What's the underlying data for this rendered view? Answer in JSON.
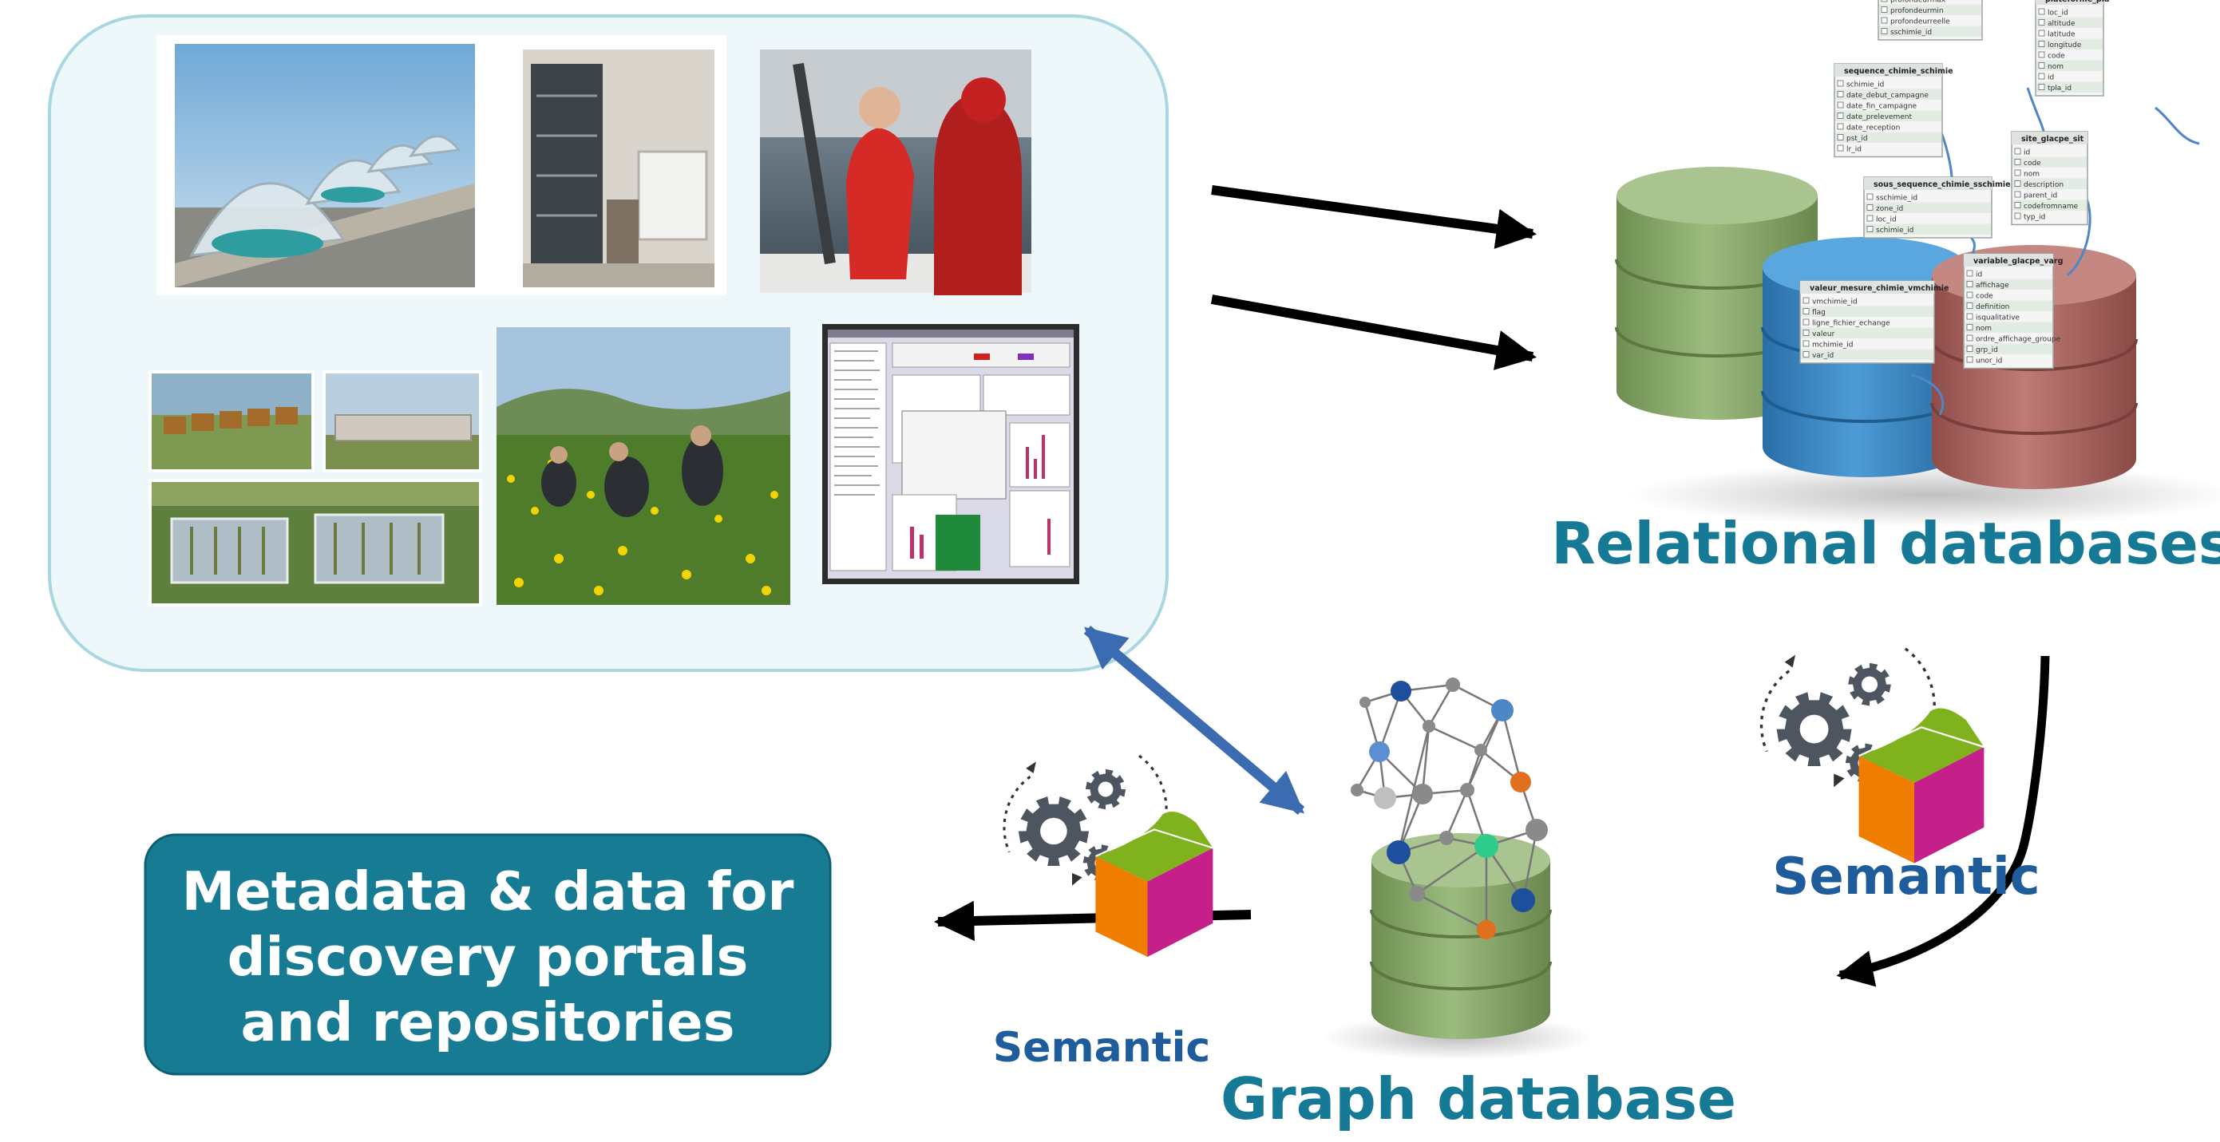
{
  "labels": {
    "relational": "Relational databases",
    "graph": "Graph database",
    "semantic": "Semantic",
    "output_line1": "Metadata & data for",
    "output_line2": "discovery portals",
    "output_line3": "and repositories"
  },
  "colors": {
    "label_teal": "#167a96",
    "output_box": "#177b93",
    "semantic_blue": "#1f5c9b",
    "source_panel_bg": "#eef7f9",
    "source_panel_border": "#a8d7e0",
    "arrow_black": "#000000",
    "arrow_blue": "#3b6bb0",
    "db_green": "#86a66a",
    "db_blue": "#3b86c4",
    "db_red": "#a8605c",
    "gear": "#4d5560",
    "cube_orange": "#ef7d00",
    "cube_magenta": "#c5208a",
    "cube_green": "#7fb21c"
  },
  "tables": {
    "t_sequence": {
      "title": "sequence_chimie_schimie",
      "fields": [
        "schimie_id",
        "date_debut_campagne",
        "date_fin_campagne",
        "date_prelevement",
        "date_reception",
        "pst_id",
        "lr_id"
      ]
    },
    "t_sous": {
      "title": "sous_sequence_chimie_sschimie",
      "fields": [
        "sschimie_id",
        "zone_id",
        "loc_id",
        "schimie_id"
      ]
    },
    "t_valeur": {
      "title": "valeur_mesure_chimie_vmchimie",
      "fields": [
        "vmchimie_id",
        "flag",
        "ligne_fichier_echange",
        "valeur",
        "mchimie_id",
        "var_id"
      ]
    },
    "t_variable": {
      "title": "variable_glacpe_varg",
      "fields": [
        "id",
        "affichage",
        "code",
        "definition",
        "isqualitative",
        "nom",
        "ordre_affichage_groupe",
        "grp_id",
        "unor_id"
      ]
    },
    "t_site": {
      "title": "site_glacpe_sit",
      "fields": [
        "id",
        "code",
        "nom",
        "description",
        "parent_id",
        "codefromname",
        "typ_id"
      ]
    },
    "t_plateforme": {
      "title": "plateforme_pla",
      "fields": [
        "loc_id",
        "altitude",
        "latitude",
        "longitude",
        "code",
        "nom",
        "id",
        "tpla_id"
      ]
    },
    "t_top": {
      "title": "",
      "fields": [
        "profondeurmax",
        "profondeurmin",
        "profondeurreelle",
        "sschimie_id"
      ]
    }
  }
}
